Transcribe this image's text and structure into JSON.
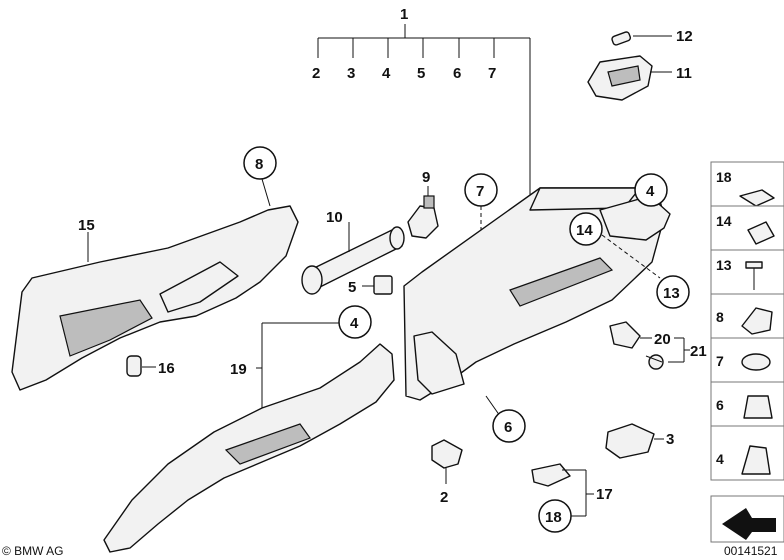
{
  "callouts": {
    "c1": "1",
    "c2": "2",
    "c3": "3",
    "c4": "4",
    "c5": "5",
    "c6": "6",
    "c7": "7",
    "c8": "8",
    "c9": "9",
    "c10": "10",
    "c11": "11",
    "c12": "12",
    "c13": "13",
    "c14": "14",
    "c15": "15",
    "c16": "16",
    "c17": "17",
    "c18": "18",
    "c19": "19",
    "c20": "20",
    "c21": "21"
  },
  "legend_panel": {
    "items": [
      "18",
      "14",
      "13",
      "8",
      "7",
      "6",
      "4"
    ]
  },
  "footer": {
    "copyright": "© BMW AG",
    "diagram_number": "00141521"
  }
}
